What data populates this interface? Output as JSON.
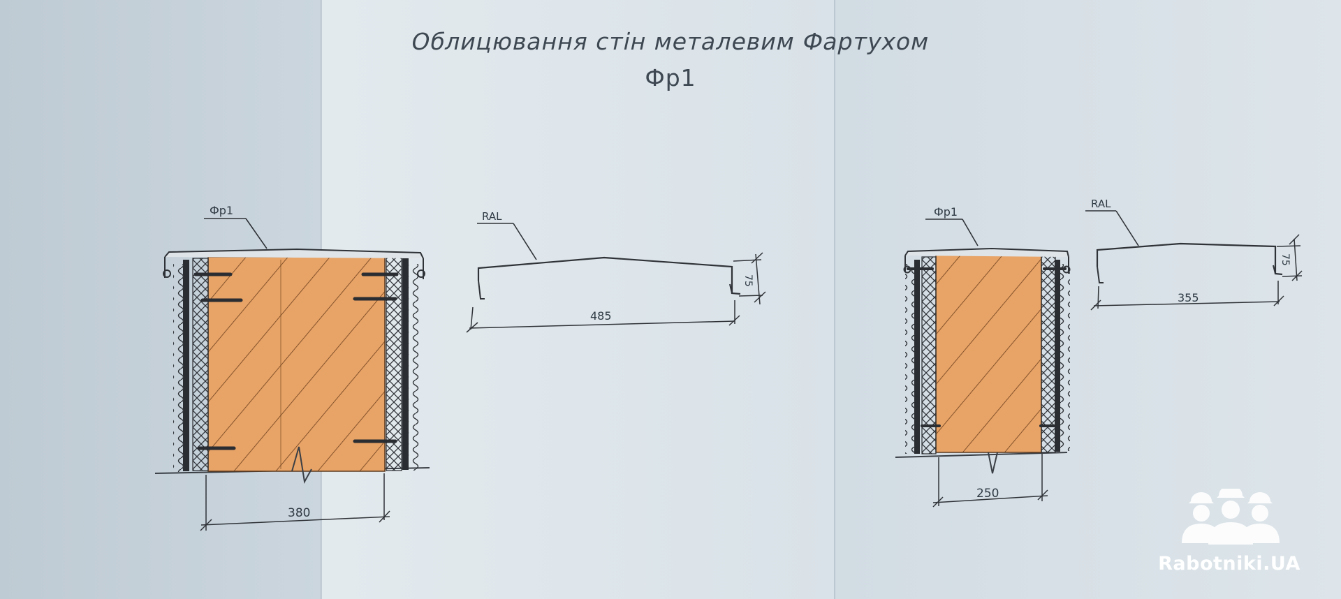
{
  "title": {
    "main": "Облицювання стін металевим Фартухом",
    "sub": "Фр1"
  },
  "detail_left": {
    "callout_label": "Фр1",
    "width_dimension": "380"
  },
  "profile_left": {
    "ral_label": "RAL",
    "length_dimension": "485",
    "height_dimension": "75"
  },
  "detail_right": {
    "callout_label": "Фр1",
    "width_dimension": "250"
  },
  "profile_right": {
    "ral_label": "RAL",
    "length_dimension": "355",
    "height_dimension": "75"
  },
  "watermark": {
    "text": "Rabotniki.UA",
    "icon": "builders-helmet-icon"
  },
  "colors": {
    "wood": "#e8a366",
    "line": "#3a3f45",
    "steel": "#2a2d31",
    "watermark": "#ffffff"
  }
}
